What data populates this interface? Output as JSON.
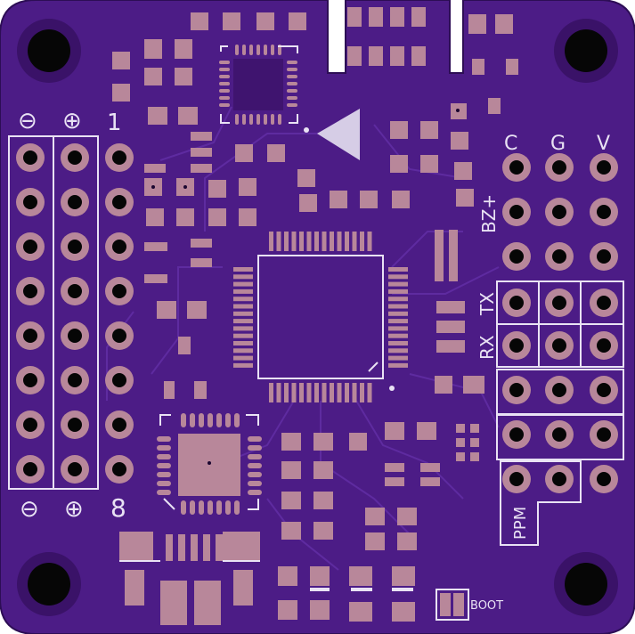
{
  "colors": {
    "board": "#4c1c86",
    "board_dark": "#3a1268",
    "copper": "#b8879a",
    "silk": "#e9e2f4",
    "hole": "#060606"
  },
  "labels": {
    "minus_top": "⊖",
    "plus_top": "⊕",
    "one": "1",
    "minus_bottom": "⊖",
    "plus_bottom": "⊕",
    "eight": "8",
    "c": "C",
    "g": "G",
    "v": "V",
    "bz": "BZ+",
    "tx": "TX",
    "rx": "RX",
    "ppm": "PPM",
    "boot": "BOOT"
  }
}
